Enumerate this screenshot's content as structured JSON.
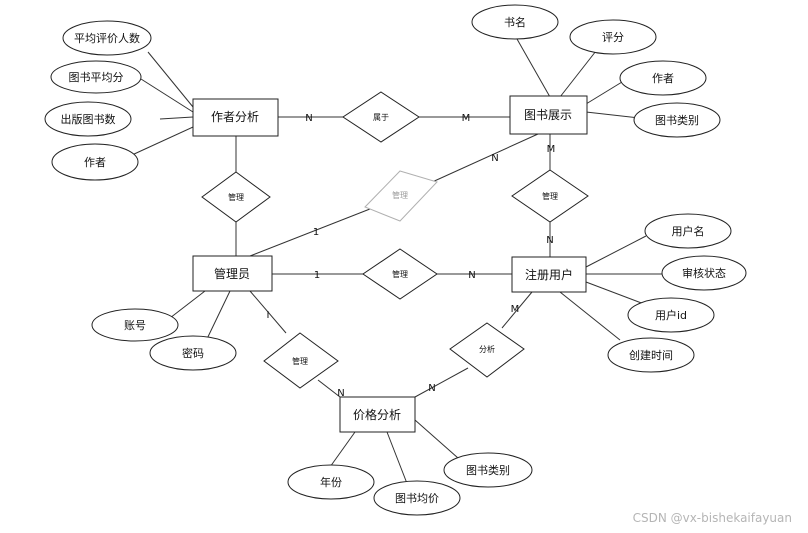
{
  "entities": {
    "author_analysis": "作者分析",
    "book_display": "图书展示",
    "admin": "管理员",
    "registered_user": "注册用户",
    "price_analysis": "价格分析"
  },
  "attributes": {
    "avg_rating_count": "平均评价人数",
    "book_avg_score": "图书平均分",
    "published_book_count": "出版图书数",
    "author_left": "作者",
    "book_title": "书名",
    "rating": "评分",
    "author_right": "作者",
    "book_category_right": "图书类别",
    "username": "用户名",
    "review_status": "审核状态",
    "user_id": "用户id",
    "create_time": "创建时间",
    "account": "账号",
    "password": "密码",
    "year": "年份",
    "avg_book_price": "图书均价",
    "book_category_bottom": "图书类别"
  },
  "relations": {
    "belongs_to": "属于",
    "manage_author": "管理",
    "manage_books": "管理",
    "manage_user_book": "管理",
    "manage_users": "管理",
    "manage_price": "管理",
    "analyze": "分析"
  },
  "cardinalities": {
    "author_belongs": "N",
    "belongs_book": "M",
    "book_manage_top": "M",
    "book_manage_bottom": "N",
    "admin_manage_books": "1",
    "book_manage_books": "N",
    "admin_manage_users": "1",
    "user_manage_users": "N",
    "admin_manage_price": "I",
    "price_manage_price": "N",
    "user_analyze": "M",
    "price_analyze": "N"
  },
  "watermark": "CSDN @vx-bishekaifayuan"
}
